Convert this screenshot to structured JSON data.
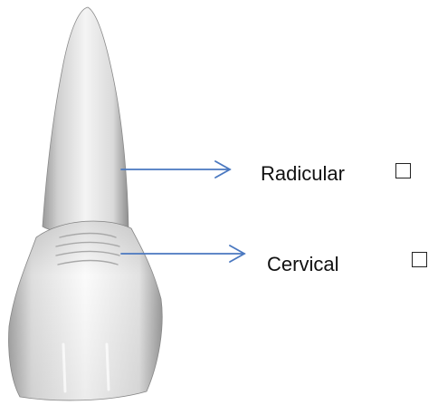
{
  "labels": [
    {
      "text": "Radicular",
      "checked": false
    },
    {
      "text": "Cervical",
      "checked": false
    }
  ],
  "colors": {
    "arrow": "#4a78c0",
    "tooth_light": "#f2f2f2",
    "tooth_shadow": "#8c8c8c"
  },
  "icons": {
    "tooth": "tooth-illustration",
    "arrow": "right-arrow-icon",
    "checkbox": "checkbox-icon"
  }
}
